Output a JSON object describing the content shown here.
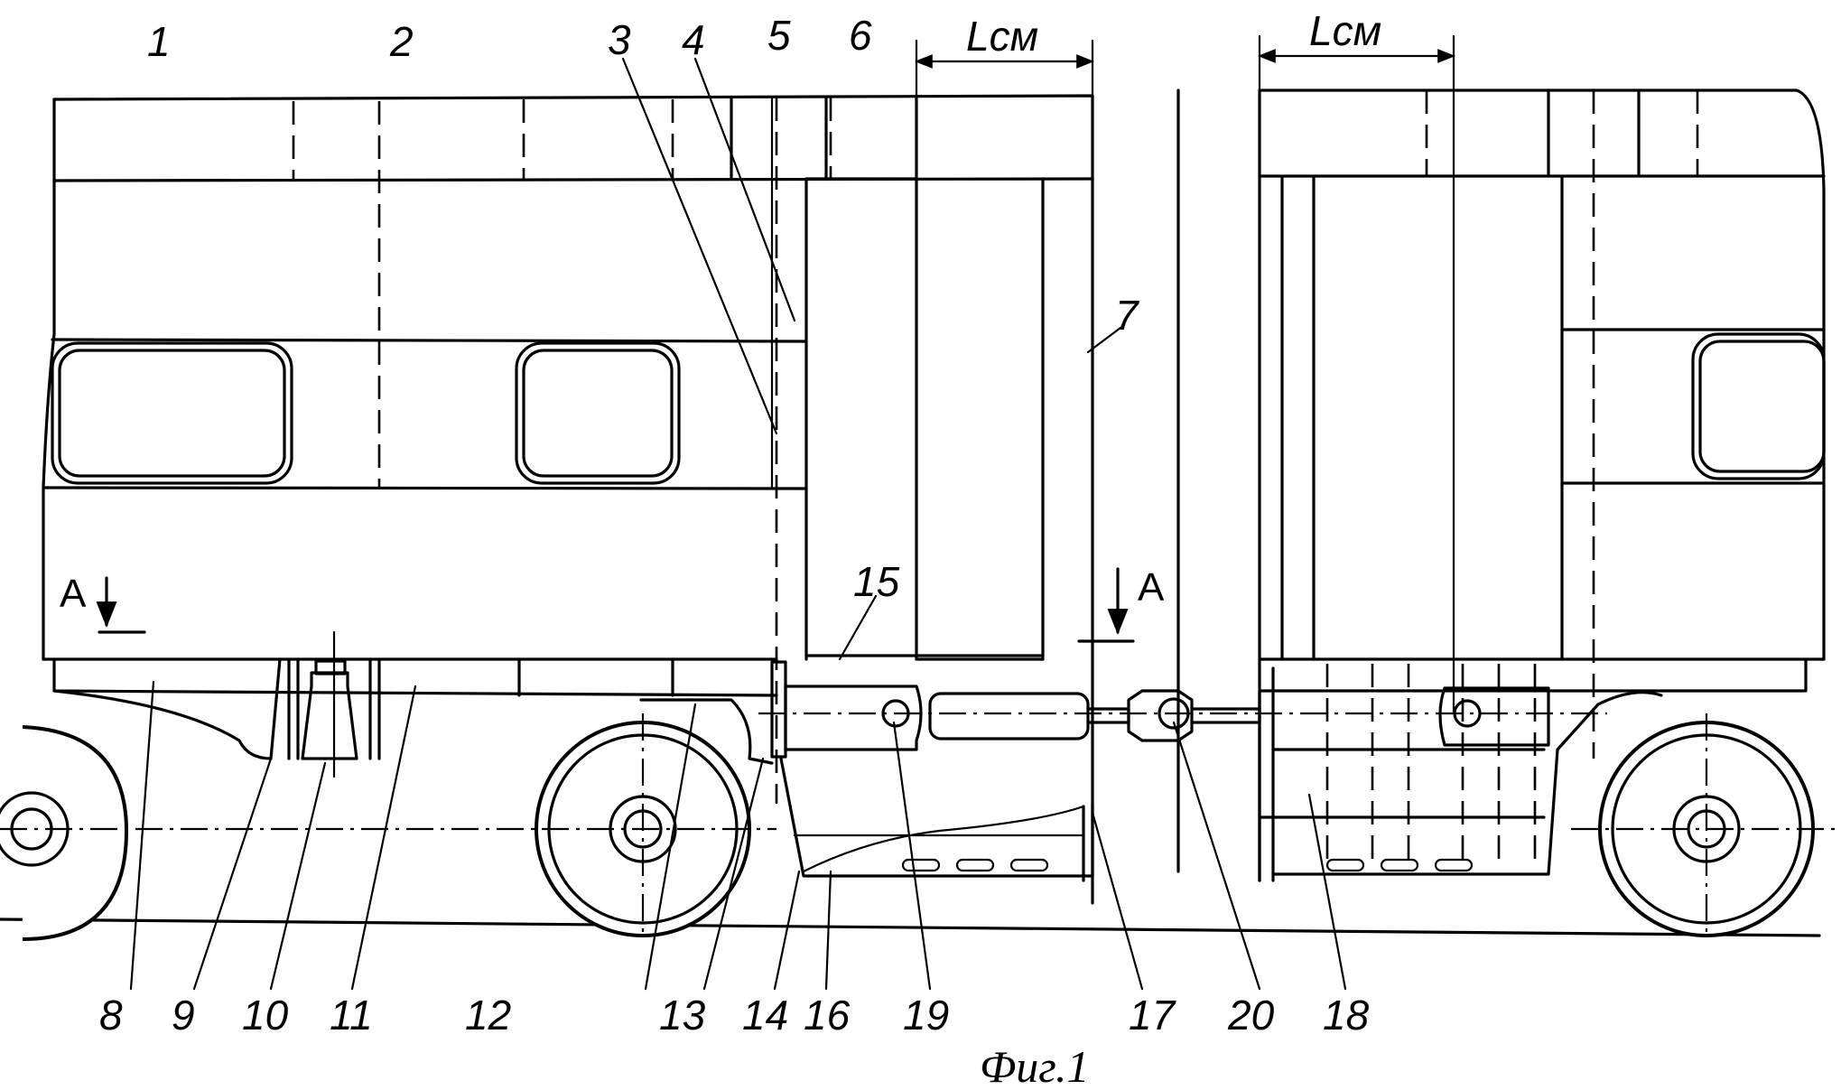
{
  "figure": {
    "caption": "Фиг.1",
    "dimension_label": "Lсм",
    "section_label": "A"
  },
  "callouts": [
    {
      "id": "1",
      "text": "1"
    },
    {
      "id": "2",
      "text": "2"
    },
    {
      "id": "3",
      "text": "3"
    },
    {
      "id": "4",
      "text": "4"
    },
    {
      "id": "5",
      "text": "5"
    },
    {
      "id": "6",
      "text": "6"
    },
    {
      "id": "7",
      "text": "7"
    },
    {
      "id": "8",
      "text": "8"
    },
    {
      "id": "9",
      "text": "9"
    },
    {
      "id": "10",
      "text": "10"
    },
    {
      "id": "11",
      "text": "11"
    },
    {
      "id": "12",
      "text": "12"
    },
    {
      "id": "13",
      "text": "13"
    },
    {
      "id": "14",
      "text": "14"
    },
    {
      "id": "15",
      "text": "15"
    },
    {
      "id": "16",
      "text": "16"
    },
    {
      "id": "17",
      "text": "17"
    },
    {
      "id": "18",
      "text": "18"
    },
    {
      "id": "19",
      "text": "19"
    },
    {
      "id": "20",
      "text": "20"
    }
  ]
}
